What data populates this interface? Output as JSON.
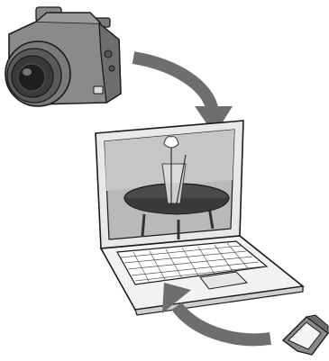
{
  "diagram": {
    "nodes": [
      {
        "id": "camera",
        "icon": "camera-icon"
      },
      {
        "id": "laptop",
        "icon": "laptop-icon"
      },
      {
        "id": "sd_card",
        "icon": "sd-card-icon"
      }
    ],
    "edges": [
      {
        "from": "camera",
        "to": "laptop"
      },
      {
        "from": "sd_card",
        "to": "laptop"
      }
    ],
    "colors": {
      "arrow": "#6e6e6e",
      "outline": "#1a1a1a",
      "camera_body": "#8a8a8a",
      "screen_bg": "#b9b9b9",
      "table_top": "#4a4a4a"
    }
  }
}
